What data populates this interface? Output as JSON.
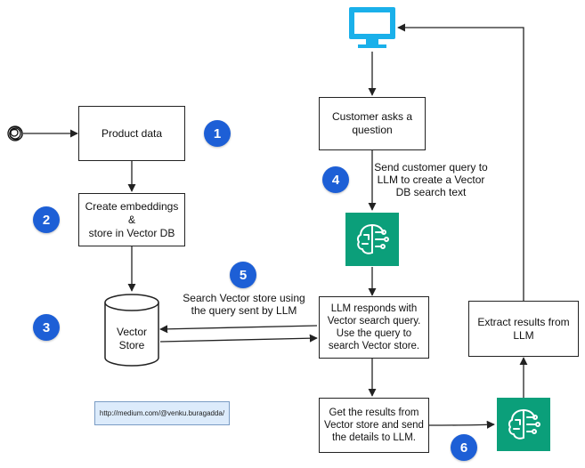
{
  "boxes": {
    "product_data": "Product data",
    "create_embeddings": "Create embeddings &\nstore in Vector DB",
    "vector_store": "Vector\nStore",
    "customer_asks": "Customer asks a\nquestion",
    "llm_responds": "LLM responds with\nVector search query.\nUse the query to\nsearch Vector store.",
    "get_results": "Get the results from\nVector store and send\nthe details to LLM.",
    "extract_results": "Extract results from\nLLM"
  },
  "labels": {
    "send_query": "Send customer query to\nLLM to create a Vector\nDB search text",
    "search_vector": "Search Vector store using\nthe query sent by LLM"
  },
  "badges": [
    "1",
    "2",
    "3",
    "4",
    "5",
    "6"
  ],
  "link": "http://medium.com/@venku.buragadda/",
  "icons": {
    "monitor": "monitor-icon",
    "ai": "ai-brain-icon",
    "source": "scribble-icon"
  },
  "colors": {
    "badge": "#1d5fd6",
    "monitor": "#1ab0ea",
    "ai_tile": "#0b9f7a",
    "link_fill": "#dcebfb"
  }
}
